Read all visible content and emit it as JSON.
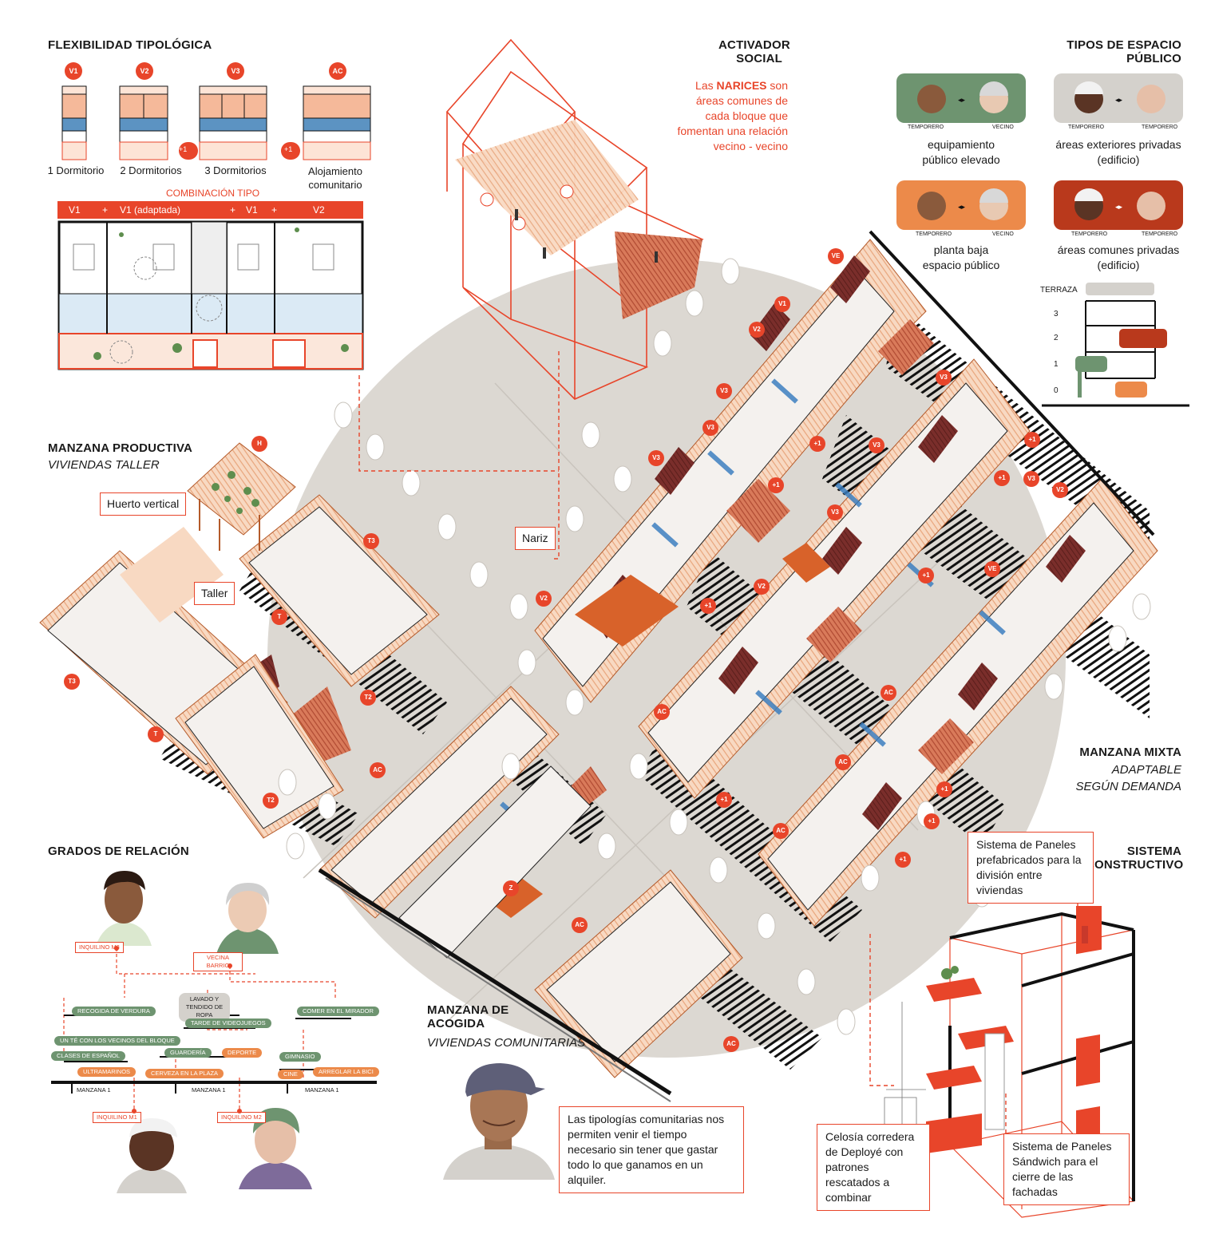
{
  "flexibilidad": {
    "title": "FLEXIBILIDAD TIPOLÓGICA",
    "types": [
      {
        "badge": "V1",
        "label": "1 Dormitorio"
      },
      {
        "badge": "V2",
        "label": "2 Dormitorios"
      },
      {
        "badge": "V3",
        "label": "3 Dormitorios"
      },
      {
        "badge": "AC",
        "label": "Alojamiento comunitario"
      }
    ],
    "plus_one": "+1",
    "combinacion_title": "COMBINACIÓN TIPO",
    "combinacion": [
      "V1",
      "+",
      "V1 (adaptada)",
      "+",
      "V1",
      "+",
      "V2"
    ]
  },
  "activador": {
    "title_line1": "ACTIVADOR",
    "title_line2": "SOCIAL",
    "desc_pre": "Las ",
    "desc_bold": "NARICES",
    "desc_post": " son áreas comunes de cada bloque que fomentan una relación vecino - vecino"
  },
  "tipos_espacio": {
    "title_line1": "TIPOS DE ESPACIO",
    "title_line2": "PÚBLICO",
    "cards": [
      {
        "left": "TEMPORERO",
        "right": "VECINO",
        "label1": "equipamiento",
        "label2": "público elevado",
        "color": "#6e9470"
      },
      {
        "left": "TEMPORERO",
        "right": "TEMPORERO",
        "label1": "áreas exteriores privadas",
        "label2": "(edificio)",
        "color": "#d4d1cc"
      },
      {
        "left": "TEMPORERO",
        "right": "VECINO",
        "label1": "planta baja",
        "label2": "espacio público",
        "color": "#ec8a4a"
      },
      {
        "left": "TEMPORERO",
        "right": "TEMPORERO",
        "label1": "áreas comunes privadas",
        "label2": "(edificio)",
        "color": "#b9391c"
      }
    ],
    "levels": [
      "TERRAZA",
      "3",
      "2",
      "1",
      "0"
    ]
  },
  "manzana_productiva": {
    "title": "MANZANA PRODUCTIVA",
    "subtitle": "VIVIENDAS TALLER",
    "huerto": "Huerto vertical",
    "taller": "Taller"
  },
  "nariz": "Nariz",
  "manzana_mixta": {
    "title": "MANZANA MIXTA",
    "sub1": "ADAPTABLE",
    "sub2": "SEGÚN DEMANDA"
  },
  "manzana_acogida": {
    "title1": "MANZANA DE",
    "title2": "ACOGIDA",
    "subtitle": "VIVIENDAS COMUNITARIAS"
  },
  "quote": "Las tipologías comunitarias nos permiten venir el tiempo necesario sin tener que gastar todo lo que ganamos en un alquiler.",
  "sistema": {
    "title1": "SISTEMA",
    "title2": "CONSTRUCTIVO",
    "paneles_prefab": "Sistema de Paneles prefabricados para la división entre viviendas",
    "celosia": "Celosía corredera de Deployé con patrones rescatados a combinar",
    "sandwich": "Sistema de Paneles Sándwich para el cierre de las fachadas"
  },
  "grados": {
    "title": "GRADOS DE RELACIÓN",
    "tags": [
      "INQUILINO M3",
      "VECINA BARRIO",
      "INQUILINO M1",
      "INQUILINO M2"
    ],
    "activities": [
      {
        "text": "RECOGIDA DE VERDURA",
        "kind": "g"
      },
      {
        "text": "LAVADO Y TENDIDO DE ROPA",
        "kind": "gr"
      },
      {
        "text": "COMER EN EL MIRADOR",
        "kind": "g"
      },
      {
        "text": "TARDE DE VIDEOJUEGOS",
        "kind": "g"
      },
      {
        "text": "UN TÉ CON LOS VECINOS DEL BLOQUE",
        "kind": "g"
      },
      {
        "text": "GUARDERÍA",
        "kind": "g"
      },
      {
        "text": "DEPORTE",
        "kind": "o"
      },
      {
        "text": "GIMNASIO",
        "kind": "g"
      },
      {
        "text": "CLASES DE ESPAÑOL",
        "kind": "g"
      },
      {
        "text": "ULTRAMARINOS",
        "kind": "o"
      },
      {
        "text": "CERVEZA EN LA PLAZA",
        "kind": "o"
      },
      {
        "text": "CINE",
        "kind": "o"
      },
      {
        "text": "ARREGLAR LA BICI",
        "kind": "o"
      }
    ],
    "manzanas": [
      "MANZANA 1",
      "MANZANA 1",
      "MANZANA 1"
    ]
  },
  "map_badges": [
    "VE",
    "V1",
    "V2",
    "V3",
    "V3",
    "V3",
    "+1",
    "V3",
    "+1",
    "V3",
    "V3",
    "+1",
    "V2",
    "+1",
    "V3",
    "V2",
    "+1",
    "VE",
    "V2",
    "+1",
    "AC",
    "AC",
    "+1",
    "AC",
    "+1",
    "AC",
    "+1",
    "AC",
    "+1",
    "AC",
    "AC",
    "T3",
    "T",
    "T3",
    "T2",
    "T",
    "T2",
    "H",
    "Z"
  ],
  "colors": {
    "accent": "#e8452a",
    "green": "#6e9470",
    "orange": "#ec8a4a",
    "darkred": "#b9391c",
    "grey": "#d4d1cc",
    "blue": "#3c7fc0",
    "maroon": "#7a2e2b",
    "ground": "#dcd8d2"
  }
}
